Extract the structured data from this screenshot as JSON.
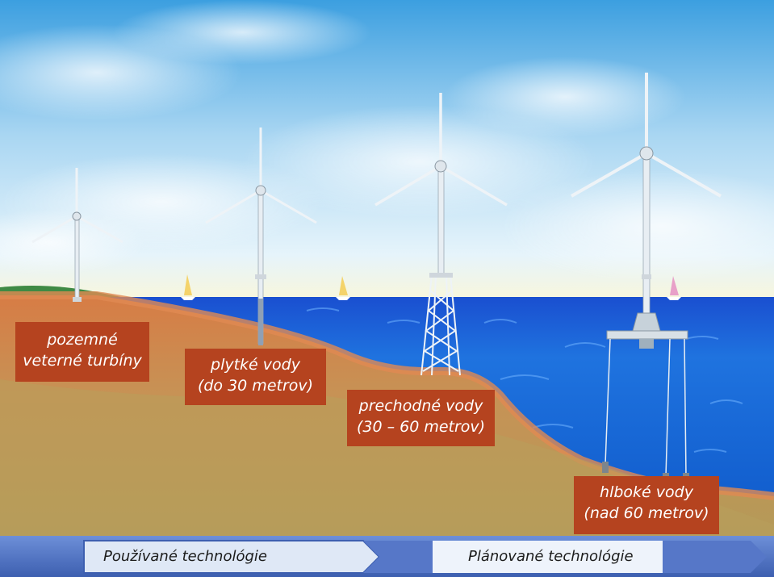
{
  "labels": {
    "onshore": [
      "pozemné",
      "veterné turbíny"
    ],
    "shallow": [
      "plytké vody",
      "(do 30 metrov)"
    ],
    "transitional": [
      "prechodné vody",
      "(30 – 60 metrov)"
    ],
    "deep": [
      "hlboké vody",
      "(nad 60 metrov)"
    ]
  },
  "bottom_bar": {
    "current": "Používané technológie",
    "planned": "Plánované technológie"
  },
  "colors": {
    "label_bg": "#b5431f",
    "sea": "#1f6fd6",
    "seabed": "#d98a52",
    "bar": "#4a6fc0"
  }
}
